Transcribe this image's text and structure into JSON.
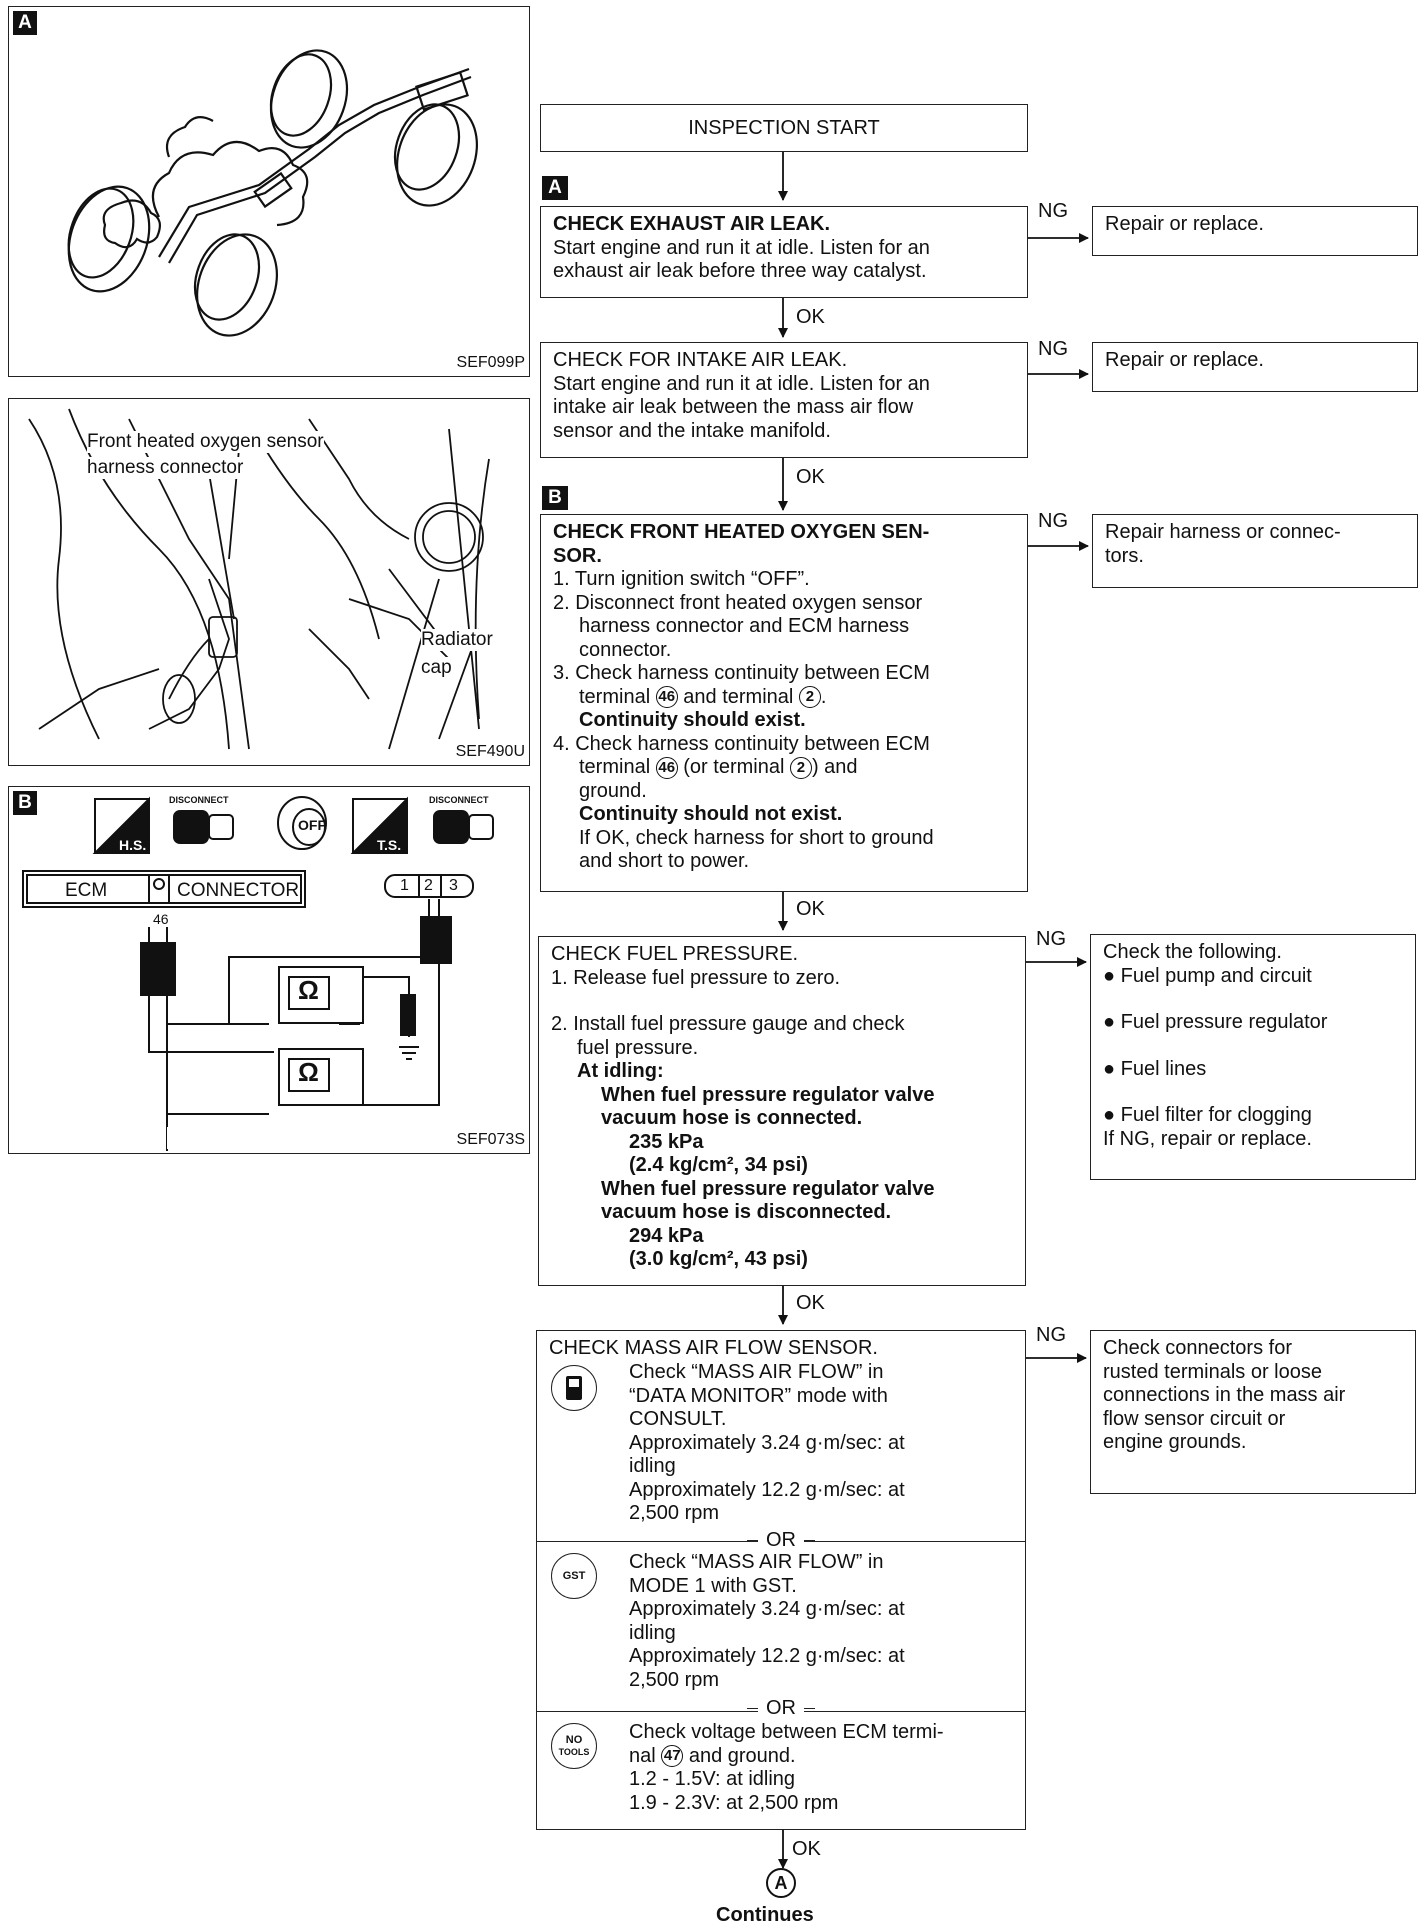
{
  "fig_a": {
    "tag": "A",
    "code": "SEF099P"
  },
  "fig_u": {
    "label1": "Front heated oxygen sensor",
    "label2": "harness connector",
    "label3": "Radiator",
    "label4": "cap",
    "code": "SEF490U"
  },
  "fig_b": {
    "tag": "B",
    "code": "SEF073S",
    "hs": "H.S.",
    "ts": "T.S.",
    "disconnect1": "DISCONNECT",
    "disconnect2": "DISCONNECT",
    "off": "OFF",
    "ecm": "ECM",
    "connector": "CONNECTOR",
    "pin": "46",
    "t1": "1",
    "t2": "2",
    "t3": "3",
    "ohm1": "Ω",
    "ohm2": "Ω"
  },
  "flow": {
    "start": "INSPECTION START",
    "tag_a": "A",
    "tag_b": "B",
    "ng": "NG",
    "ok": "OK",
    "step1": {
      "title": "CHECK EXHAUST AIR LEAK.",
      "l1": "Start engine and run it at idle. Listen for an",
      "l2": "exhaust air leak before three way catalyst."
    },
    "step2": {
      "title": "CHECK FOR INTAKE AIR LEAK.",
      "l1": "Start engine and run it at idle. Listen for an",
      "l2": "intake air leak between the mass air flow",
      "l3": "sensor and the intake manifold."
    },
    "step3": {
      "title1": "CHECK FRONT HEATED OXYGEN SEN-",
      "title2": "SOR.",
      "l1": "1. Turn ignition switch “OFF”.",
      "l2": "2. Disconnect front heated oxygen sensor",
      "l3": "harness connector and ECM harness",
      "l4": "connector.",
      "l5a": "3. Check harness continuity between ECM",
      "l6a": "terminal",
      "l6n1": "46",
      "l6b": "and terminal",
      "l6n2": "2",
      "l6c": ".",
      "l7": "Continuity should exist.",
      "l8": "4. Check harness continuity between ECM",
      "l9a": "terminal",
      "l9n1": "46",
      "l9b": "(or terminal",
      "l9n2": "2",
      "l9c": ") and",
      "l10": "ground.",
      "l11": "Continuity should not exist.",
      "l12": "If OK, check harness for short to ground",
      "l13": "and short to power."
    },
    "step4": {
      "title": "CHECK FUEL PRESSURE.",
      "l1": "1. Release fuel pressure to zero.",
      "l2": "2. Install fuel pressure gauge and check",
      "l3": "fuel pressure.",
      "l4": "At idling:",
      "l5": "When fuel pressure regulator valve",
      "l6": "vacuum hose is connected.",
      "l7": "235 kPa",
      "l8": "(2.4 kg/cm², 34 psi)",
      "l9": "When fuel pressure regulator valve",
      "l10": "vacuum hose is disconnected.",
      "l11": "294 kPa",
      "l12": "(3.0 kg/cm², 43 psi)"
    },
    "step5": {
      "title": "CHECK MASS AIR FLOW SENSOR.",
      "a1": "Check “MASS AIR FLOW” in",
      "a2": "“DATA MONITOR” mode with",
      "a3": "CONSULT.",
      "a4": "Approximately 3.24 g·m/sec: at",
      "a5": "idling",
      "a6": "Approximately 12.2 g·m/sec: at",
      "a7": "2,500 rpm",
      "or1": "OR",
      "b1": "Check “MASS AIR FLOW” in",
      "b2": "MODE 1 with GST.",
      "b3": "Approximately 3.24 g·m/sec: at",
      "b4": "idling",
      "b5": "Approximately 12.2 g·m/sec: at",
      "b6": "2,500 rpm",
      "or2": "OR",
      "c1": "Check voltage between ECM termi-",
      "c2a": "nal",
      "c2n": "47",
      "c2b": "and ground.",
      "c3": "1.2 - 1.5V: at idling",
      "c4": "1.9 - 2.3V: at 2,500 rpm",
      "gst": "GST",
      "notools1": "NO",
      "notools2": "TOOLS"
    },
    "r1": "Repair or replace.",
    "r2": "Repair or replace.",
    "r3": {
      "l1": "Repair harness or connec-",
      "l2": "tors."
    },
    "r4": {
      "l1": "Check the following.",
      "l2": "● Fuel pump and circuit",
      "l3": "● Fuel pressure regulator",
      "l4": "● Fuel lines",
      "l5": "● Fuel filter for clogging",
      "l6": "If NG, repair or replace."
    },
    "r5": {
      "l1": "Check connectors for",
      "l2": "rusted terminals or loose",
      "l3": "connections in the mass air",
      "l4": "flow sensor circuit or",
      "l5": "engine grounds."
    },
    "connector": "A",
    "continues": "Continues"
  }
}
